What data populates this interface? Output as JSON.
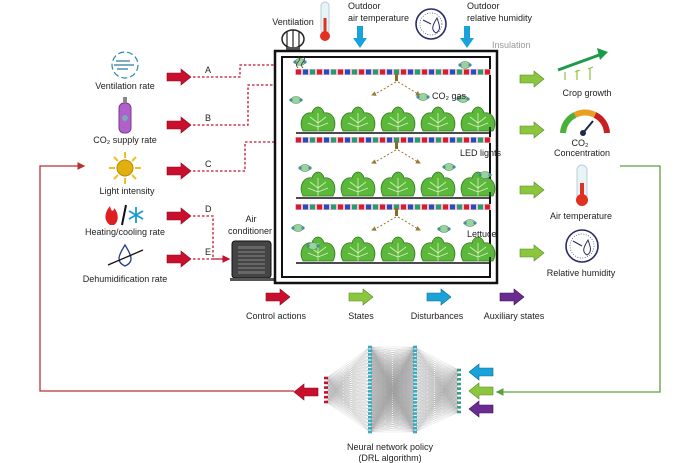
{
  "colors": {
    "control_actions": "#c8102e",
    "states": "#7cc242",
    "disturbances": "#1aa3d9",
    "auxiliary_states": "#6a2c91",
    "feedback_red": "#b83232",
    "feedback_green": "#5aa040"
  },
  "top": {
    "ventilation": "Ventilation",
    "outdoor_temp_line1": "Outdoor",
    "outdoor_temp_line2": "air temperature",
    "outdoor_rh_line1": "Outdoor",
    "outdoor_rh_line2": "relative humidity",
    "insulation": "Insulation"
  },
  "controls": [
    {
      "label": "Ventilation rate",
      "letter": "A",
      "icon": "wind-icon"
    },
    {
      "label": "CO₂ supply rate",
      "letter": "B",
      "icon": "gas-cylinder-icon"
    },
    {
      "label": "Light intensity",
      "letter": "C",
      "icon": "sun-icon"
    },
    {
      "label": "Heating/cooling rate",
      "letter": "D",
      "icon": "flame-snowflake-icon"
    },
    {
      "label": "Dehumidification rate",
      "letter": "E",
      "icon": "crossed-drop-icon"
    }
  ],
  "air_conditioner": {
    "line1": "Air",
    "line2": "conditioner"
  },
  "chamber": {
    "co2_gas": "CO₂ gas",
    "led_lights": "LED lights",
    "lettuce": "Lettuce"
  },
  "states": [
    {
      "label": "Crop growth",
      "icon": "seedling-growth-icon"
    },
    {
      "label_line1": "CO₂",
      "label_line2": "Concentration",
      "icon": "gauge-icon"
    },
    {
      "label": "Air temperature",
      "icon": "thermometer-icon"
    },
    {
      "label": "Relative humidity",
      "icon": "hygrometer-icon"
    }
  ],
  "legend": [
    {
      "label": "Control actions",
      "color": "#c8102e"
    },
    {
      "label": "States",
      "color": "#7cc242"
    },
    {
      "label": "Disturbances",
      "color": "#1aa3d9"
    },
    {
      "label": "Auxiliary states",
      "color": "#6a2c91"
    }
  ],
  "policy": {
    "line1": "Neural network policy",
    "line2": "(DRL algorithm)"
  }
}
